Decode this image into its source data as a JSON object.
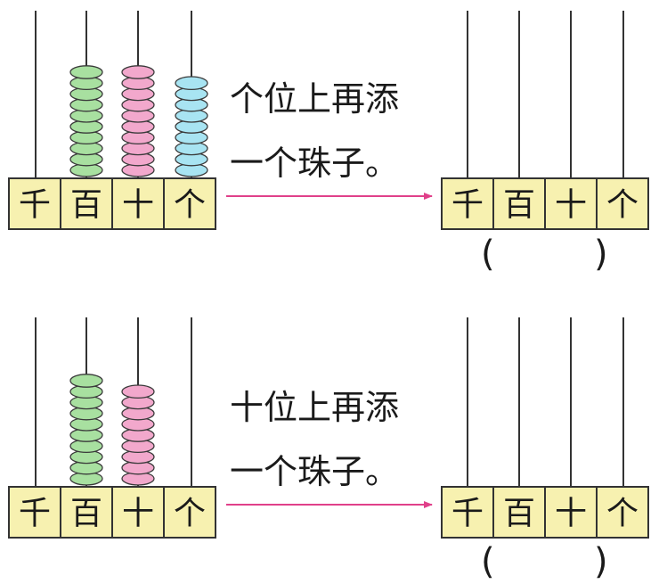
{
  "place_labels": [
    "千",
    "百",
    "十",
    "个"
  ],
  "colors": {
    "box_fill": "#f7f1b0",
    "box_stroke": "#333333",
    "rod": "#333333",
    "arrow": "#e0408a",
    "green_bead": "#a8e0a0",
    "pink_bead": "#f2a8cc",
    "blue_bead": "#a8e4f2",
    "bead_stroke": "#3a3a3a"
  },
  "problems": [
    {
      "name": "problem-1",
      "instruction": [
        "个位上再添",
        "一个珠子。"
      ],
      "abacus_beads": {
        "qian": {
          "count": 0,
          "color": "green"
        },
        "bai": {
          "count": 10,
          "color": "green"
        },
        "shi": {
          "count": 10,
          "color": "pink"
        },
        "ge": {
          "count": 9,
          "color": "blue"
        }
      },
      "answer_open": "(",
      "answer_close": ")"
    },
    {
      "name": "problem-2",
      "instruction": [
        "十位上再添",
        "一个珠子。"
      ],
      "abacus_beads": {
        "qian": {
          "count": 0,
          "color": "green"
        },
        "bai": {
          "count": 10,
          "color": "green"
        },
        "shi": {
          "count": 9,
          "color": "pink"
        },
        "ge": {
          "count": 0,
          "color": "blue"
        }
      },
      "answer_open": "(",
      "answer_close": ")"
    }
  ]
}
